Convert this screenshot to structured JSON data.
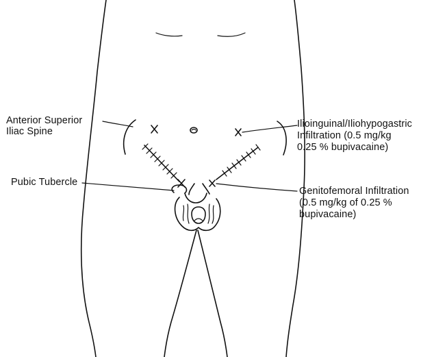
{
  "labels": {
    "asis_line1": "Anterior Superior",
    "asis_line2": "Iliac Spine",
    "pubic": "Pubic Tubercle",
    "ilio_line1": "Ilioinguinal/Iliohypogastric",
    "ilio_line2": "Infiltration (0.5 mg/kg",
    "ilio_line3": "0.25 % bupivacaine)",
    "geni_line1": "Genitofemoral Infiltration",
    "geni_line2": "(0.5 mg/kg of 0.25 %",
    "geni_line3": "bupivacaine)"
  }
}
